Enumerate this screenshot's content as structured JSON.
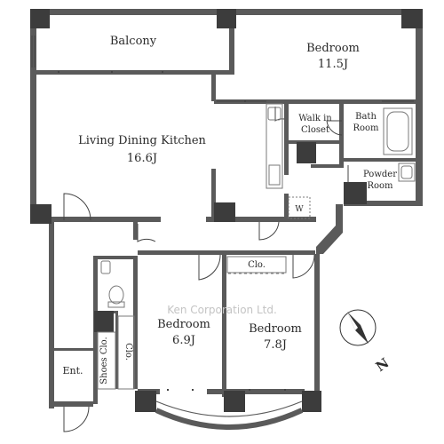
{
  "rooms": {
    "balcony": "Balcony",
    "bedroom_main": {
      "name": "Bedroom",
      "size": "11.5J"
    },
    "ldk": {
      "name": "Living Dining Kitchen",
      "size": "16.6J"
    },
    "walk_in_closet": {
      "line1": "Walk in",
      "line2": "Closet"
    },
    "bath_room": {
      "line1": "Bath",
      "line2": "Room"
    },
    "powder_room": {
      "line1": "Powder",
      "line2": "Room"
    },
    "washer": "W",
    "closet_top": "Clo.",
    "bedroom_left": {
      "name": "Bedroom",
      "size": "6.9J"
    },
    "bedroom_right": {
      "name": "Bedroom",
      "size": "7.8J"
    },
    "closet_small": "Clo.",
    "shoes_closet": "Shoes Clo.",
    "entrance": "Ent."
  },
  "compass_label": "N",
  "watermark": "Ken Corporation Ltd.",
  "colors": {
    "wall": "#5a5a5a",
    "pillar": "#3c3c3c",
    "line": "#444444",
    "fixture": "#7a7a7a"
  }
}
